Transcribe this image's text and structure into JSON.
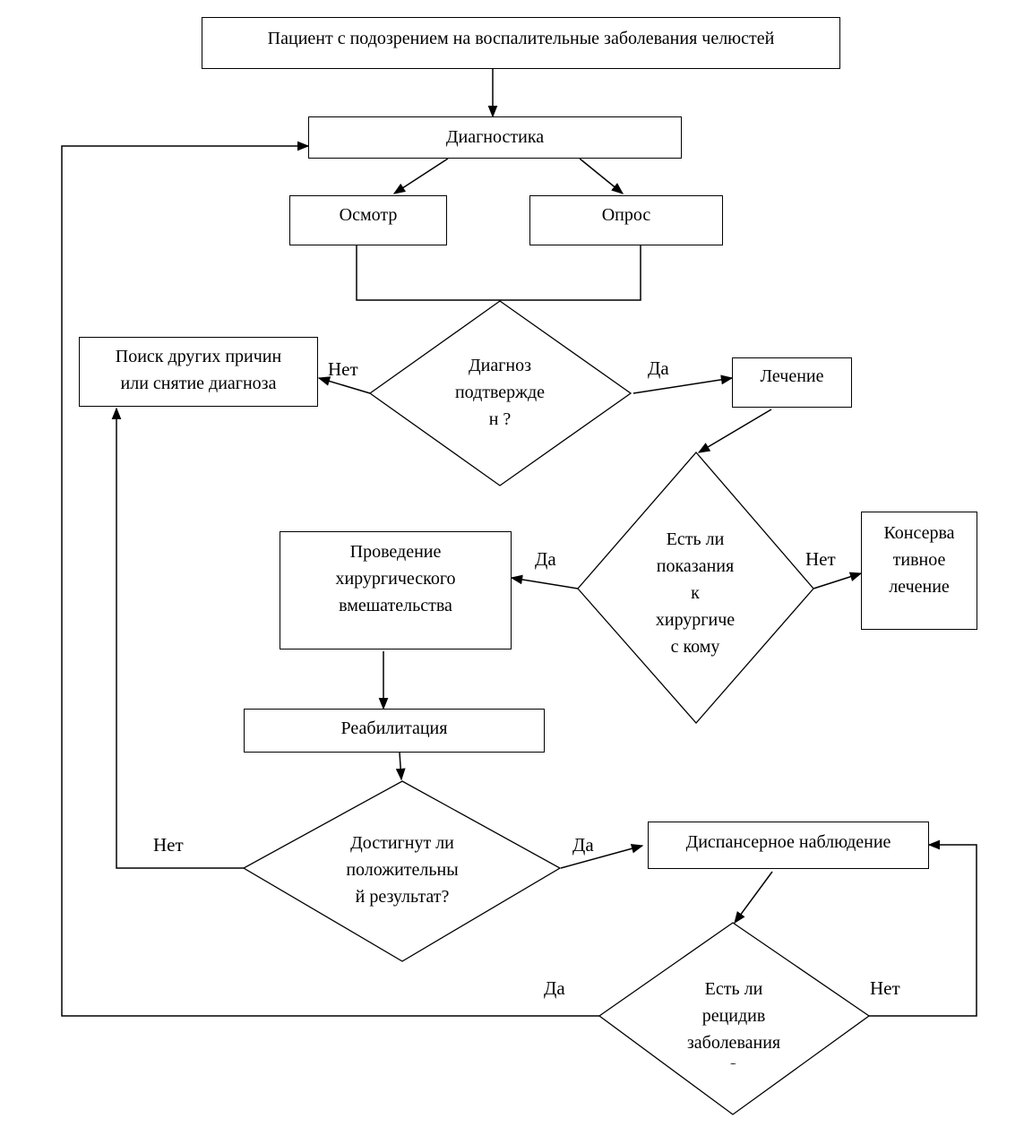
{
  "nodes": {
    "patient": "Пациент с подозрением на воспалительные заболевания челюстей",
    "diagnostics": "Диагностика",
    "exam": "Осмотр",
    "survey": "Опрос",
    "other_causes": [
      "Поиск других причин",
      "или снятие диагноза"
    ],
    "diagnosis_confirmed": [
      "Диагноз",
      "подтвержде",
      "н ?"
    ],
    "treatment": "Лечение",
    "surgery_indicated": [
      "Есть ли",
      "показания",
      "к",
      "хирургиче",
      "с кому"
    ],
    "surgery": [
      "Проведение",
      "хирургического",
      "вмешательства"
    ],
    "conservative": [
      "Консерва",
      "тивное",
      "лечение"
    ],
    "rehabilitation": "Реабилитация",
    "positive_result": [
      "Достигнут ли",
      "положительны",
      "й результат?"
    ],
    "dispensary": "Диспансерное наблюдение",
    "relapse": [
      "Есть ли",
      "рецидив",
      "заболевания",
      "?"
    ]
  },
  "labels": {
    "no_diag": "Нет",
    "yes_diag": "Да",
    "yes_surgery": "Да",
    "no_surgery": "Нет",
    "no_result": "Нет",
    "yes_result": "Да",
    "yes_relapse": "Да",
    "no_relapse": "Нет"
  }
}
